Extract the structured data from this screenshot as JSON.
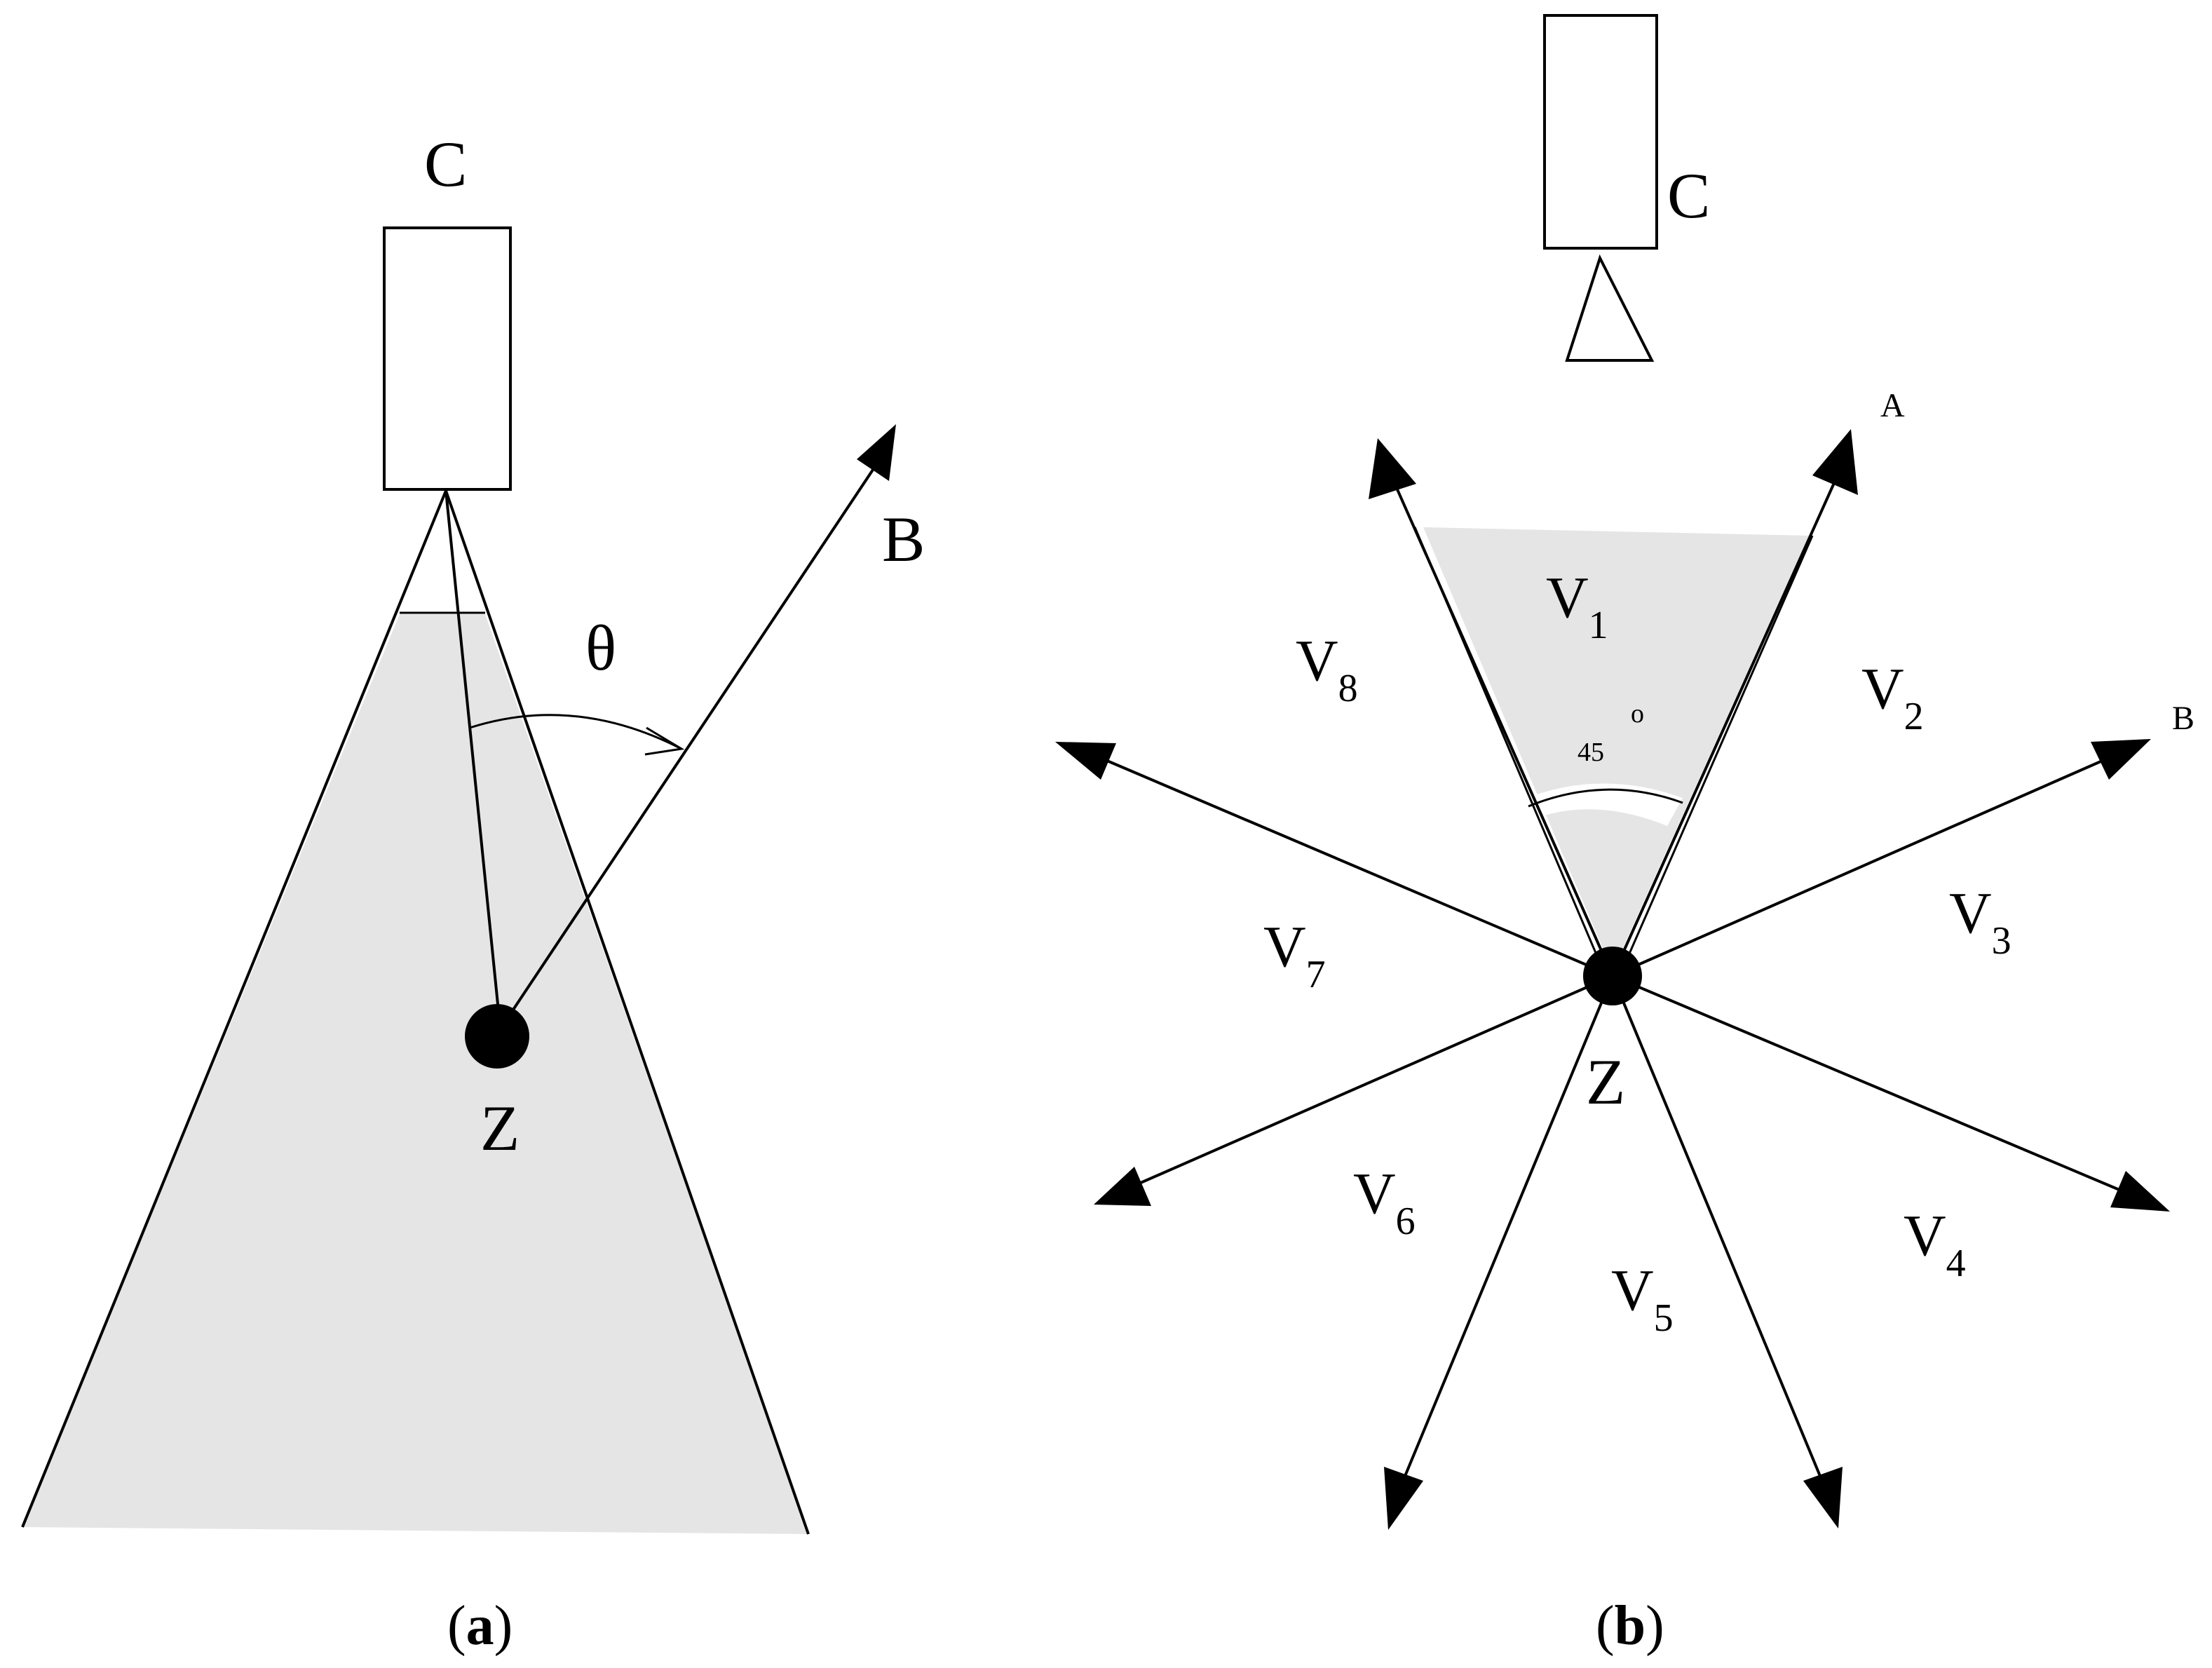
{
  "panel_a": {
    "camera_label": "C",
    "object_label": "Z",
    "direction_label": "B",
    "angle_label": "θ",
    "caption_open": "(",
    "caption_letter": "a",
    "caption_close": ")"
  },
  "panel_b": {
    "camera_label": "C",
    "object_label": "Z",
    "dir_a_label": "A",
    "dir_b_label": "B",
    "angle_value": "45",
    "angle_unit": "o",
    "sectors": [
      {
        "base": "V",
        "sub": "1"
      },
      {
        "base": "V",
        "sub": "2"
      },
      {
        "base": "V",
        "sub": "3"
      },
      {
        "base": "V",
        "sub": "4"
      },
      {
        "base": "V",
        "sub": "5"
      },
      {
        "base": "V",
        "sub": "6"
      },
      {
        "base": "V",
        "sub": "7"
      },
      {
        "base": "V",
        "sub": "8"
      }
    ],
    "caption_open": "(",
    "caption_letter": "b",
    "caption_close": ")"
  },
  "colors": {
    "shade": "#e5e5e5",
    "ink": "#000000"
  }
}
